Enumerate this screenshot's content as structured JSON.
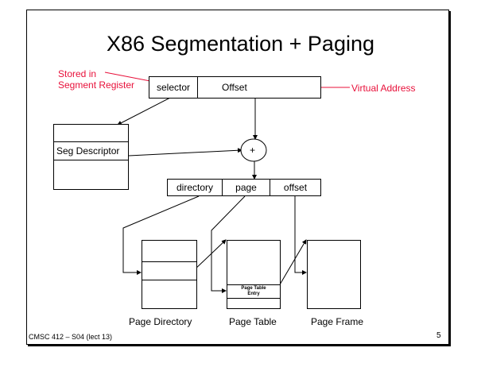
{
  "slide": {
    "title": "X86 Segmentation + Paging",
    "footer": "CMSC 412 – S04  (lect 13)",
    "page_number": "5"
  },
  "annotations": {
    "stored_in": "Stored in",
    "segment_register": "Segment Register",
    "virtual_address": "Virtual Address"
  },
  "virtual_address": {
    "selector": "selector",
    "offset": "Offset"
  },
  "segment": {
    "descriptor": "Seg Descriptor",
    "adder": "+"
  },
  "linear_address": {
    "directory": "directory",
    "page": "page",
    "offset": "offset"
  },
  "tables": {
    "page_directory": "Page Directory",
    "page_table": "Page Table",
    "page_table_entry_1": "Page Table",
    "page_table_entry_2": "Entry",
    "page_frame": "Page Frame"
  },
  "colors": {
    "accent": "#e8103a"
  }
}
